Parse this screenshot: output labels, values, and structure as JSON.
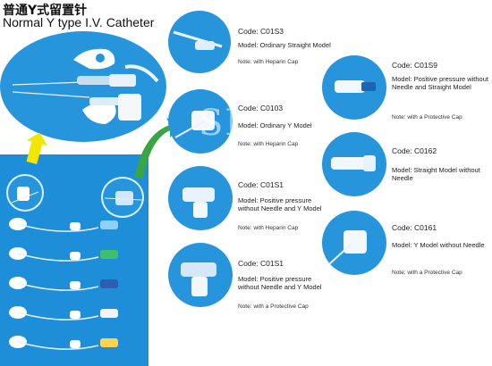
{
  "header": {
    "title_cn": "普通Y式留置针",
    "title_en": "Normal Y type I.V. Catheter"
  },
  "products": [
    {
      "code": "Code: C01S3",
      "model": "Model: Ordinary Straight Model",
      "note": "Note: with Heparin Cap"
    },
    {
      "code": "Code: C01S9",
      "model": "Model: Positive pressure without Needle and Straight Model",
      "note": "Note: with a Protective Cap"
    },
    {
      "code": "Code: C0103",
      "model": "Model: Ordinary Y Model",
      "note": "Note: with Heparin Cap"
    },
    {
      "code": "Code: C0162",
      "model": "Model: Straight Model without Needle",
      "note": ""
    },
    {
      "code": "Code: C01S1",
      "model": "Model: Positive pressure without Needle and Y Model",
      "note": "Note: with Heparin Cap"
    },
    {
      "code": "Code: C0161",
      "model": "Model: Y Model without Needle",
      "note": "Note: with a Protective Cap"
    },
    {
      "code": "Code: C01S1",
      "model": "Model: Positive pressure without Needle and Y Model",
      "note": "Note: with a Protective Cap"
    }
  ],
  "watermark": "SMC",
  "colors": {
    "panel_blue": "#1f8ed8",
    "circle_blue": "#2795dc",
    "arrow_green": "#3aa545",
    "arrow_yellow": "#f2e600"
  }
}
